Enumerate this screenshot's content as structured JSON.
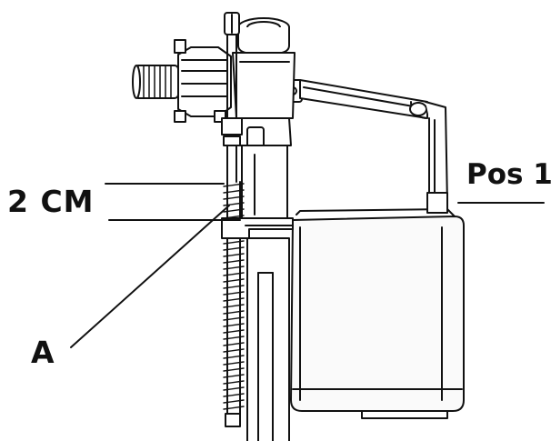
{
  "labels": {
    "distance": "2 CM",
    "position": "Pos 1",
    "part": "A"
  },
  "colors": {
    "ink": "#111111",
    "background": "#ffffff",
    "fill": "#fafafa"
  },
  "icons": {
    "inlet": "threaded-inlet-icon",
    "valve": "valve-body-icon",
    "float": "float-box-icon"
  }
}
